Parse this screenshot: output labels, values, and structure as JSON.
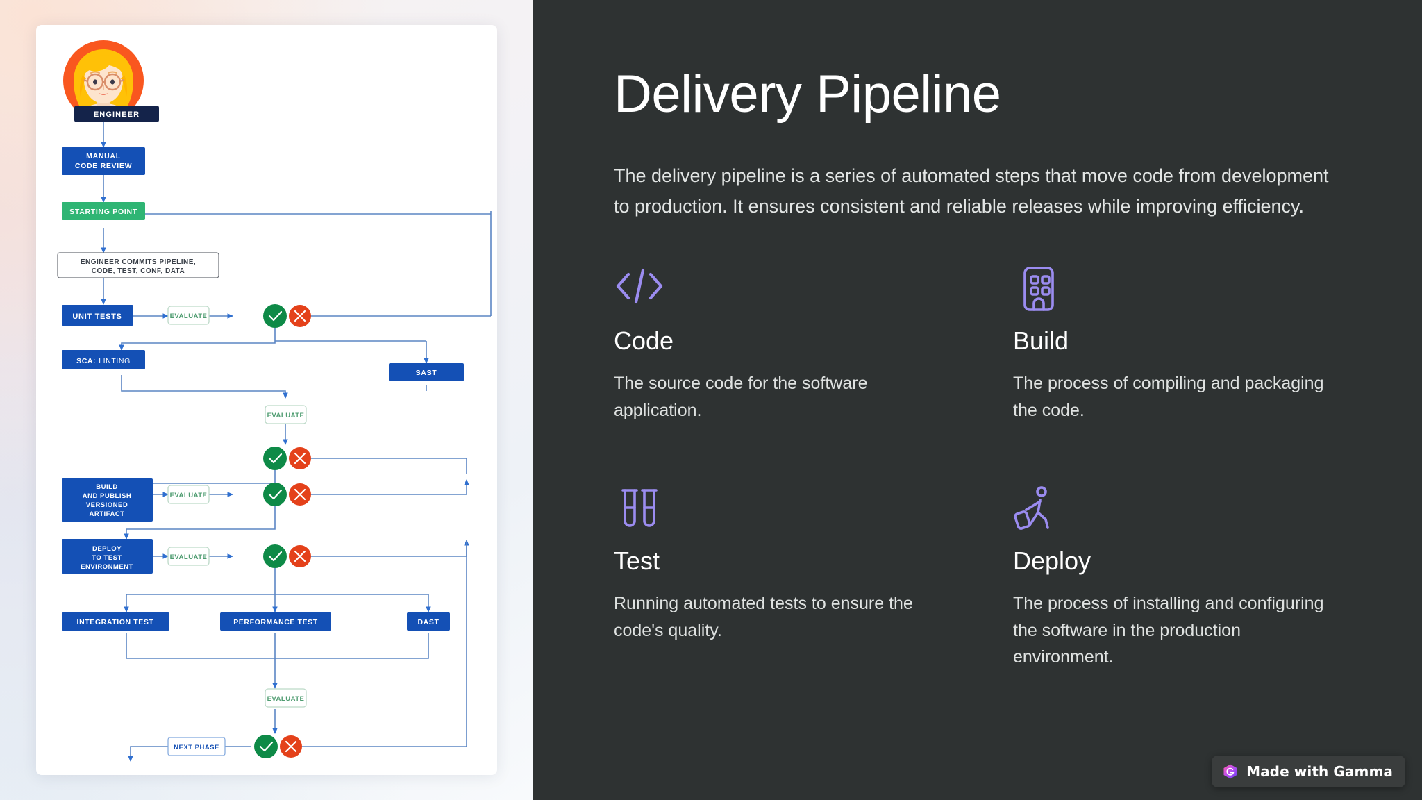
{
  "slide": {
    "title": "Delivery Pipeline",
    "intro": "The delivery pipeline is a series of automated steps that move code from development to production. It ensures consistent and reliable releases while improving efficiency.",
    "background_dark": "#2e3232",
    "accent_icon_color": "#9b8cf0"
  },
  "cards": [
    {
      "icon": "code-brackets-icon",
      "title": "Code",
      "desc": "The source code for the software application."
    },
    {
      "icon": "building-icon",
      "title": "Build",
      "desc": "The process of compiling and packaging the code."
    },
    {
      "icon": "test-tubes-icon",
      "title": "Test",
      "desc": "Running automated tests to ensure the code's quality."
    },
    {
      "icon": "traveler-luggage-icon",
      "title": "Deploy",
      "desc": "The process of installing and configuring the software in the production environment."
    }
  ],
  "badge": {
    "text": "Made with Gamma",
    "logo": "gamma-logo-icon"
  },
  "diagram": {
    "title": "delivery-pipeline-flowchart",
    "colors": {
      "blue_box": "#1450b5",
      "navy_box": "#14234a",
      "green_box": "#2fb574",
      "evaluate_border": "#bcd9c8",
      "evaluate_text": "#4e9c70",
      "pass_circle": "#0e8a47",
      "fail_circle": "#e4411a",
      "connector": "#5b85c4",
      "white_box_border": "#6b6f76",
      "white_box_text": "#3a4049",
      "avatar_bg": "#f9571f"
    },
    "nodes": [
      {
        "id": "engineer",
        "label": "ENGINEER",
        "kind": "navy"
      },
      {
        "id": "manual-review",
        "label": "MANUAL\nCODE REVIEW",
        "kind": "blue"
      },
      {
        "id": "starting-point",
        "label": "STARTING POINT",
        "kind": "green"
      },
      {
        "id": "commit",
        "label": "ENGINEER COMMITS PIPELINE,\nCODE, TEST, CONF, DATA",
        "kind": "outline"
      },
      {
        "id": "unit-tests",
        "label": "UNIT TESTS",
        "kind": "blue"
      },
      {
        "id": "evaluate-1",
        "label": "EVALUATE",
        "kind": "evaluate"
      },
      {
        "id": "sca-linting",
        "label": "SCA: LINTING",
        "kind": "blue"
      },
      {
        "id": "sast",
        "label": "SAST",
        "kind": "blue"
      },
      {
        "id": "evaluate-2",
        "label": "EVALUATE",
        "kind": "evaluate"
      },
      {
        "id": "build-publish",
        "label": "BUILD\nAND PUBLISH\nVERSIONED\nARTIFACT",
        "kind": "blue"
      },
      {
        "id": "evaluate-3",
        "label": "EVALUATE",
        "kind": "evaluate"
      },
      {
        "id": "deploy-test-env",
        "label": "DEPLOY\nTO TEST\nENVIRONMENT",
        "kind": "blue"
      },
      {
        "id": "evaluate-4",
        "label": "EVALUATE",
        "kind": "evaluate"
      },
      {
        "id": "integration-test",
        "label": "INTEGRATION TEST",
        "kind": "blue"
      },
      {
        "id": "performance-test",
        "label": "PERFORMANCE TEST",
        "kind": "blue"
      },
      {
        "id": "dast",
        "label": "DAST",
        "kind": "blue"
      },
      {
        "id": "evaluate-5",
        "label": "EVALUATE",
        "kind": "evaluate"
      },
      {
        "id": "next-phase",
        "label": "NEXT PHASE",
        "kind": "outline-blue"
      }
    ],
    "labels": {
      "engineer": "ENGINEER",
      "manual_code_review_line1": "MANUAL",
      "manual_code_review_line2": "CODE REVIEW",
      "starting_point": "STARTING POINT",
      "commit_line1": "ENGINEER COMMITS PIPELINE,",
      "commit_line2": "CODE, TEST, CONF, DATA",
      "unit_tests": "UNIT TESTS",
      "evaluate": "EVALUATE",
      "sca_prefix": "SCA:",
      "sca_suffix": "LINTING",
      "sast": "SAST",
      "build_l1": "BUILD",
      "build_l2": "AND PUBLISH",
      "build_l3": "VERSIONED",
      "build_l4": "ARTIFACT",
      "deploy_l1": "DEPLOY",
      "deploy_l2": "TO TEST",
      "deploy_l3": "ENVIRONMENT",
      "integration_test": "INTEGRATION TEST",
      "performance_test": "PERFORMANCE TEST",
      "dast": "DAST",
      "next_phase": "NEXT PHASE"
    }
  }
}
